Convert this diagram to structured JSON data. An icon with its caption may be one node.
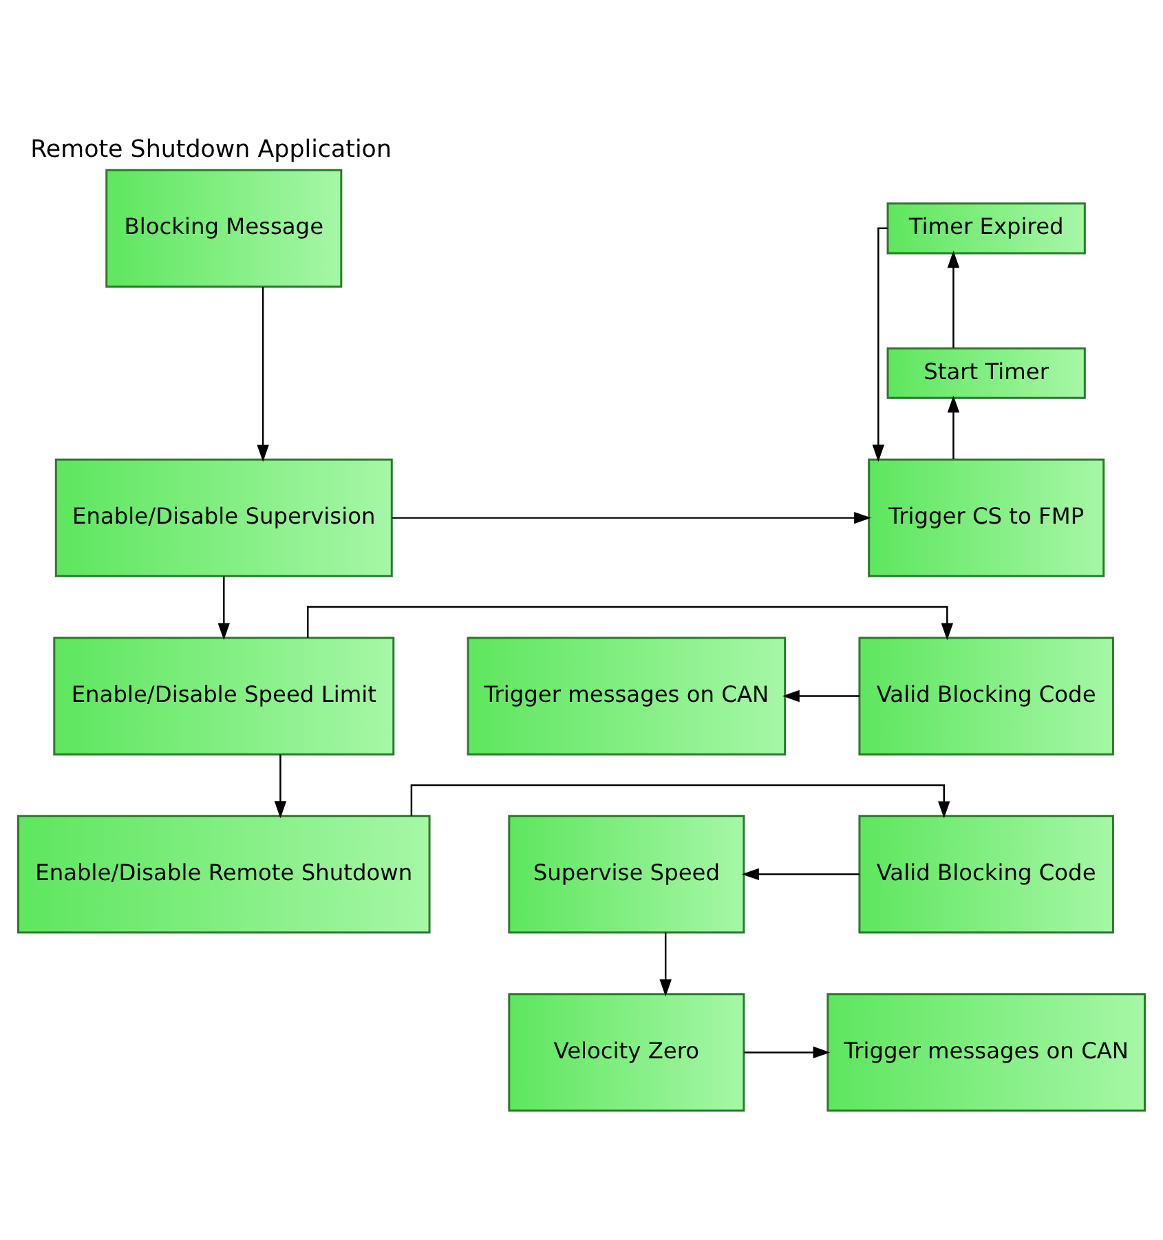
{
  "diagram": {
    "title": "Remote Shutdown Application",
    "nodes": [
      {
        "text": [
          "Blocking Message"
        ]
      },
      {
        "text": [
          "Enable/Disable Supervision"
        ]
      },
      {
        "text": [
          "Trigger CS to FMP"
        ]
      },
      {
        "text": [
          "Start Timer"
        ]
      },
      {
        "text": [
          "Timer Expired"
        ]
      },
      {
        "text": [
          "Enable/Disable Speed Limit"
        ]
      },
      {
        "text": [
          "Valid Blocking Code"
        ]
      },
      {
        "text": [
          "Trigger messages on CAN"
        ]
      },
      {
        "text": [
          "Enable/Disable Remote Shutdown"
        ]
      },
      {
        "text": [
          "Valid Blocking Code"
        ]
      },
      {
        "text": [
          "Supervise Speed"
        ]
      },
      {
        "text": [
          "Velocity Zero"
        ]
      },
      {
        "text": [
          "Trigger messages on CAN"
        ]
      }
    ],
    "edges": [
      {
        "from": 0,
        "to": 1,
        "arrow": "to"
      },
      {
        "from": 1,
        "to": 2,
        "arrow": "to"
      },
      {
        "from": 2,
        "to": 3,
        "arrow": "to"
      },
      {
        "from": 3,
        "to": 4,
        "arrow": "to"
      },
      {
        "from": 4,
        "to": 2,
        "arrow": "to"
      },
      {
        "from": 1,
        "to": 5,
        "arrow": "to"
      },
      {
        "from": 5,
        "to": 6,
        "arrow": "to"
      },
      {
        "from": 6,
        "to": 7,
        "arrow": "to"
      },
      {
        "from": 5,
        "to": 8,
        "arrow": "to"
      },
      {
        "from": 8,
        "to": 9,
        "arrow": "to"
      },
      {
        "from": 9,
        "to": 10,
        "arrow": "to"
      },
      {
        "from": 10,
        "to": 11,
        "arrow": "to"
      },
      {
        "from": 11,
        "to": 12,
        "arrow": "to"
      }
    ]
  }
}
